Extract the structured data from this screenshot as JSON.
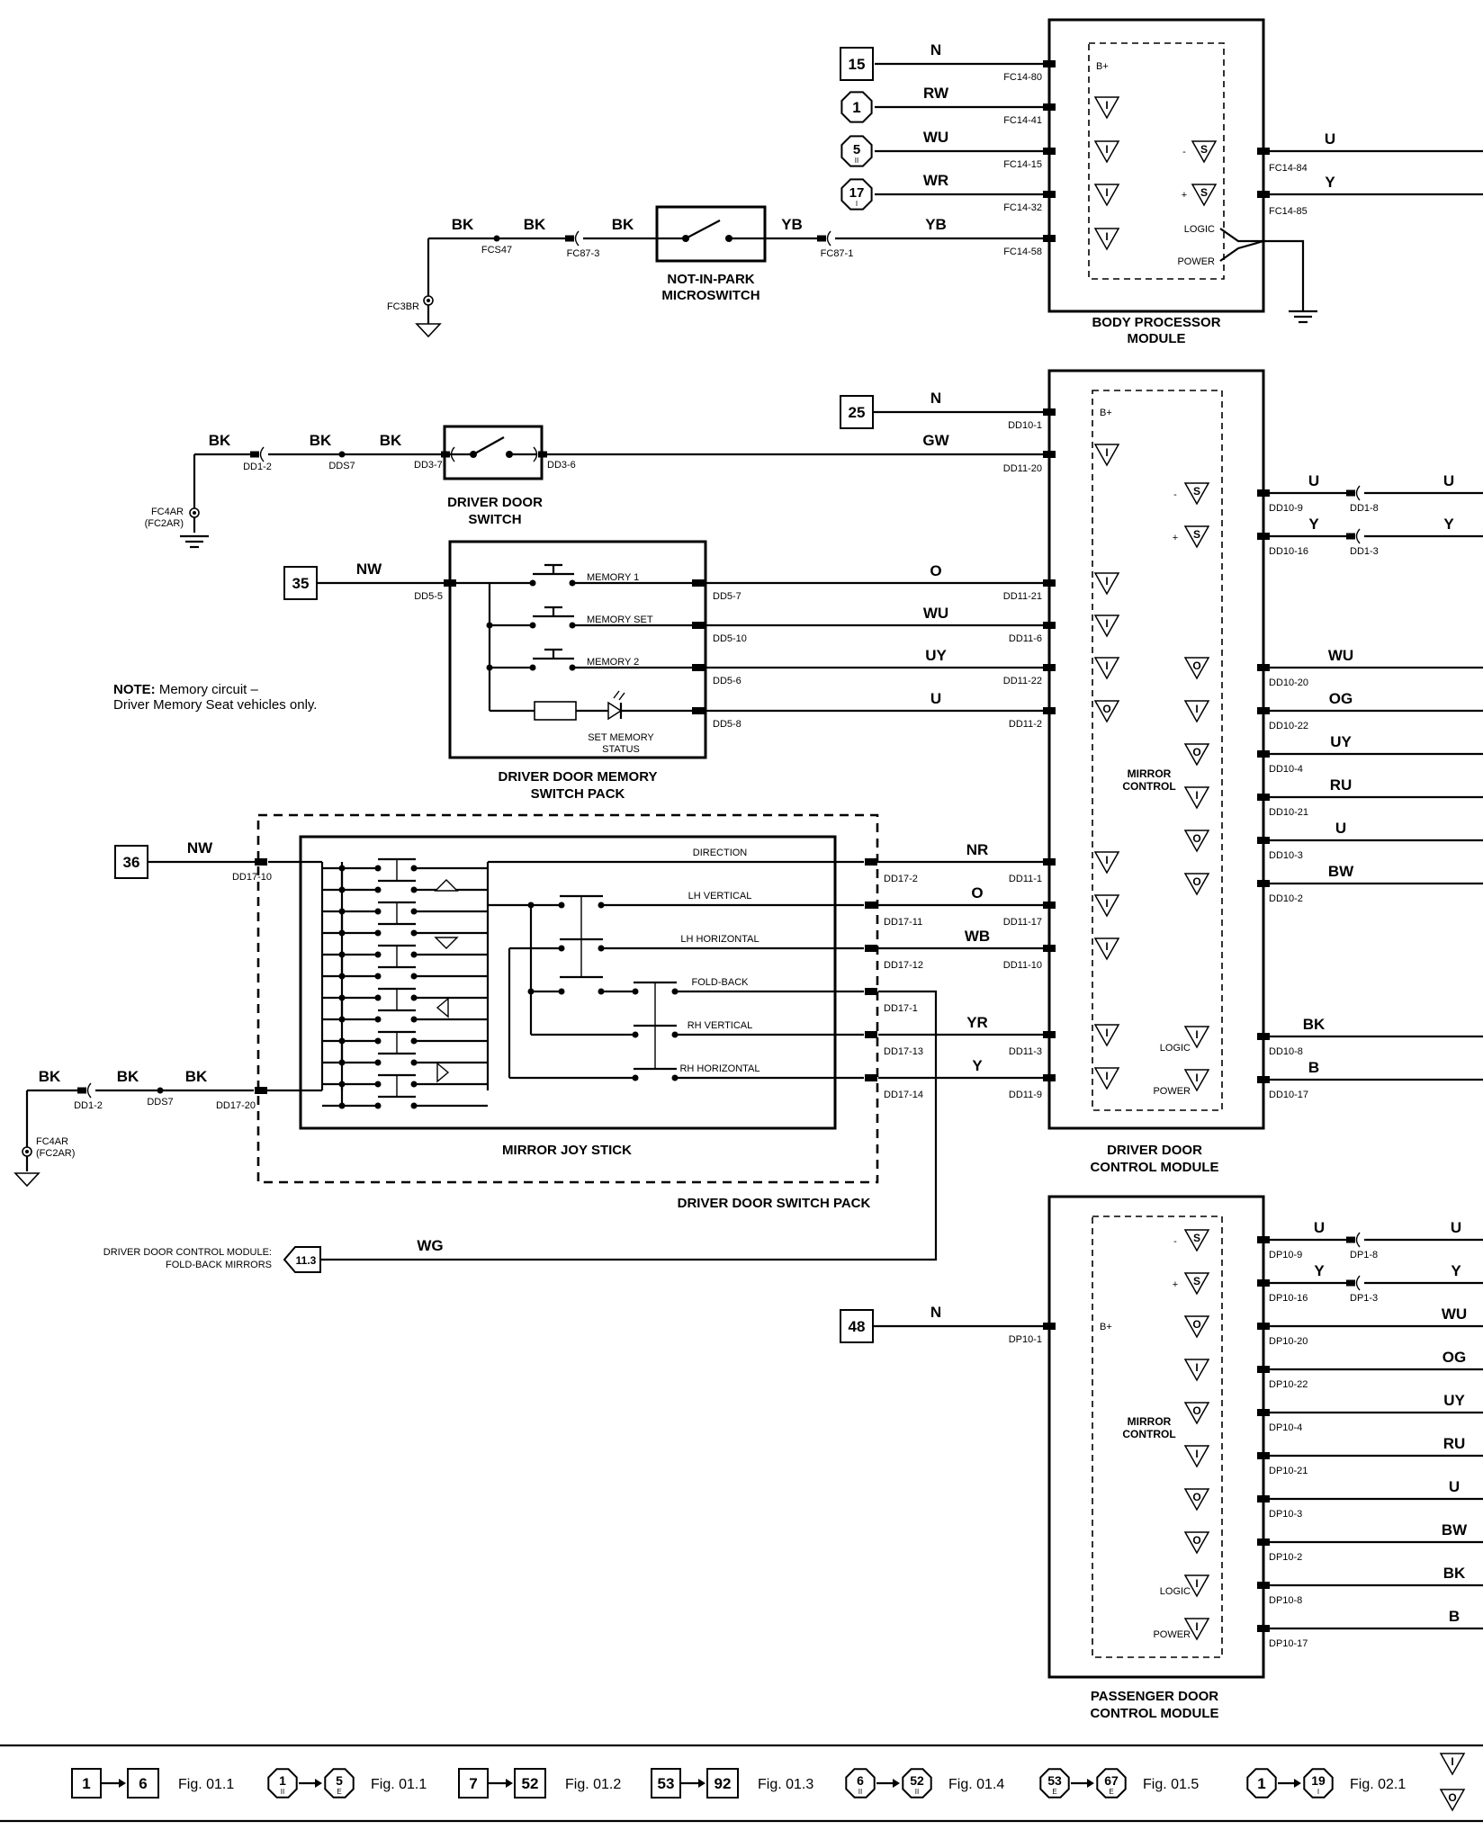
{
  "bpm": {
    "title1": "BODY PROCESSOR",
    "title2": "MODULE",
    "inputs": [
      {
        "ref": "15",
        "wire": "N",
        "conn": "FC14-80",
        "pin": "B+"
      },
      {
        "ref": "1",
        "wire": "RW",
        "conn": "FC14-41"
      },
      {
        "ref": "5",
        "refsub": "II",
        "wire": "WU",
        "conn": "FC14-15"
      },
      {
        "ref": "17",
        "refsub": "I",
        "wire": "WR",
        "conn": "FC14-32"
      },
      {
        "wire": "YB",
        "conn": "FC14-58"
      }
    ],
    "outputs": [
      {
        "wire": "U",
        "conn": "FC14-84"
      },
      {
        "wire": "Y",
        "conn": "FC14-85"
      }
    ],
    "logic": "LOGIC",
    "power": "POWER",
    "ground_wires": [
      "BK",
      "BK",
      "BK"
    ],
    "ground_conns": [
      "FCS47",
      "FC87-3"
    ],
    "ground_point": "FC3BR",
    "switch_wire": "YB",
    "switch_conn": "FC87-1",
    "switch1": "NOT-IN-PARK",
    "switch2": "MICROSWITCH"
  },
  "ddcm": {
    "title1": "DRIVER DOOR",
    "title2": "CONTROL MODULE",
    "b_ref": "25",
    "b_wire": "N",
    "b_conn": "DD10-1",
    "b_pin": "B+",
    "door_wire": "GW",
    "door_conn": "DD11-20",
    "door_ground_wires": [
      "BK",
      "BK",
      "BK"
    ],
    "door_ground_conns": [
      "DD1-2",
      "DDS7",
      "DD3-7",
      "DD3-6"
    ],
    "door_ground_point": "FC4AR",
    "door_ground_point2": "(FC2AR)",
    "door_switch1": "DRIVER DOOR",
    "door_switch2": "SWITCH",
    "bus": [
      {
        "sign": "-",
        "conn1": "DD10-9",
        "wire1": "U",
        "conn2": "DD1-8",
        "wire2": "U"
      },
      {
        "sign": "+",
        "conn1": "DD10-16",
        "wire1": "Y",
        "conn2": "DD1-3",
        "wire2": "Y"
      }
    ],
    "mirror_label1": "MIRROR",
    "mirror_label2": "CONTROL",
    "mirror_outputs": [
      {
        "wire": "WU",
        "conn": "DD10-20"
      },
      {
        "wire": "OG",
        "conn": "DD10-22"
      },
      {
        "wire": "UY",
        "conn": "DD10-4"
      },
      {
        "wire": "RU",
        "conn": "DD10-21"
      },
      {
        "wire": "U",
        "conn": "DD10-3"
      },
      {
        "wire": "BW",
        "conn": "DD10-2"
      }
    ],
    "logic": "LOGIC",
    "logic_wire": "BK",
    "logic_conn": "DD10-8",
    "power": "POWER",
    "power_wire": "B",
    "power_conn": "DD10-17"
  },
  "memory_pack": {
    "title1": "DRIVER DOOR MEMORY",
    "title2": "SWITCH PACK",
    "ref": "35",
    "wire": "NW",
    "conn": "DD5-5",
    "switches": [
      {
        "label": "MEMORY 1",
        "conn": "DD5-7",
        "wire": "O",
        "mod_conn": "DD11-21"
      },
      {
        "label": "MEMORY SET",
        "conn": "DD5-10",
        "wire": "WU",
        "mod_conn": "DD11-6"
      },
      {
        "label": "MEMORY 2",
        "conn": "DD5-6",
        "wire": "UY",
        "mod_conn": "DD11-22"
      }
    ],
    "status1": "SET MEMORY",
    "status2": "STATUS",
    "status_conn": "DD5-8",
    "status_wire": "U",
    "status_mod_conn": "DD11-2"
  },
  "note": {
    "bold": "NOTE:",
    "line1": " Memory circuit –",
    "line2": "Driver Memory Seat vehicles only."
  },
  "joystick": {
    "title": "MIRROR JOY STICK",
    "pack_title": "DRIVER DOOR SWITCH PACK",
    "ref": "36",
    "wire": "NW",
    "conn": "DD17-10",
    "ground_wires": [
      "BK",
      "BK",
      "BK"
    ],
    "ground_conns": [
      "DD1-2",
      "DDS7",
      "DD17-20"
    ],
    "ground_point": "FC4AR",
    "ground_point2": "(FC2AR)",
    "lines": [
      {
        "label": "DIRECTION",
        "conn": "DD17-2",
        "wire": "NR",
        "mod_conn": "DD11-1"
      },
      {
        "label": "LH VERTICAL",
        "conn": "DD17-11",
        "wire": "O",
        "mod_conn": "DD11-17"
      },
      {
        "label": "LH HORIZONTAL",
        "conn": "DD17-12",
        "wire": "WB",
        "mod_conn": "DD11-10"
      },
      {
        "label": "FOLD-BACK",
        "conn": "DD17-1",
        "wire": "",
        "mod_conn": ""
      },
      {
        "label": "RH VERTICAL",
        "conn": "DD17-13",
        "wire": "YR",
        "mod_conn": "DD11-3"
      },
      {
        "label": "RH HORIZONTAL",
        "conn": "DD17-14",
        "wire": "Y",
        "mod_conn": "DD11-9"
      }
    ],
    "foldback_dest1": "DRIVER DOOR CONTROL MODULE:",
    "foldback_dest2": "FOLD-BACK MIRRORS",
    "foldback_ref": "11.3",
    "foldback_wire": "WG"
  },
  "pdcm": {
    "title1": "PASSENGER DOOR",
    "title2": "CONTROL MODULE",
    "b_ref": "48",
    "b_wire": "N",
    "b_conn": "DP10-1",
    "b_pin": "B+",
    "bus": [
      {
        "sign": "-",
        "conn1": "DP10-9",
        "wire1": "U",
        "conn2": "DP1-8",
        "wire2": "U"
      },
      {
        "sign": "+",
        "conn1": "DP10-16",
        "wire1": "Y",
        "conn2": "DP1-3",
        "wire2": "Y"
      }
    ],
    "mirror_label1": "MIRROR",
    "mirror_label2": "CONTROL",
    "outputs": [
      {
        "wire": "WU",
        "conn": "DP10-20"
      },
      {
        "wire": "OG",
        "conn": "DP10-22"
      },
      {
        "wire": "UY",
        "conn": "DP10-4"
      },
      {
        "wire": "RU",
        "conn": "DP10-21"
      },
      {
        "wire": "U",
        "conn": "DP10-3"
      },
      {
        "wire": "BW",
        "conn": "DP10-2"
      }
    ],
    "logic": "LOGIC",
    "logic_wire": "BK",
    "logic_conn": "DP10-8",
    "power": "POWER",
    "power_wire": "B",
    "power_conn": "DP10-17"
  },
  "legend": [
    {
      "a": "1",
      "b": "6",
      "fig": "Fig. 01.1",
      "shape": "square"
    },
    {
      "a": "1",
      "asub": "II",
      "b": "5",
      "bsub": "E",
      "fig": "Fig. 01.1",
      "shape": "circle"
    },
    {
      "a": "7",
      "b": "52",
      "fig": "Fig. 01.2",
      "shape": "square"
    },
    {
      "a": "53",
      "b": "92",
      "fig": "Fig. 01.3",
      "shape": "square"
    },
    {
      "a": "6",
      "asub": "II",
      "b": "52",
      "bsub": "II",
      "fig": "Fig. 01.4",
      "shape": "circle"
    },
    {
      "a": "53",
      "asub": "E",
      "b": "67",
      "bsub": "E",
      "fig": "Fig. 01.5",
      "shape": "circle"
    },
    {
      "a": "1",
      "b": "19",
      "bsub": "I",
      "fig": "Fig. 02.1",
      "shape": "circle"
    }
  ],
  "legend_symbols": [
    "I",
    "O"
  ]
}
